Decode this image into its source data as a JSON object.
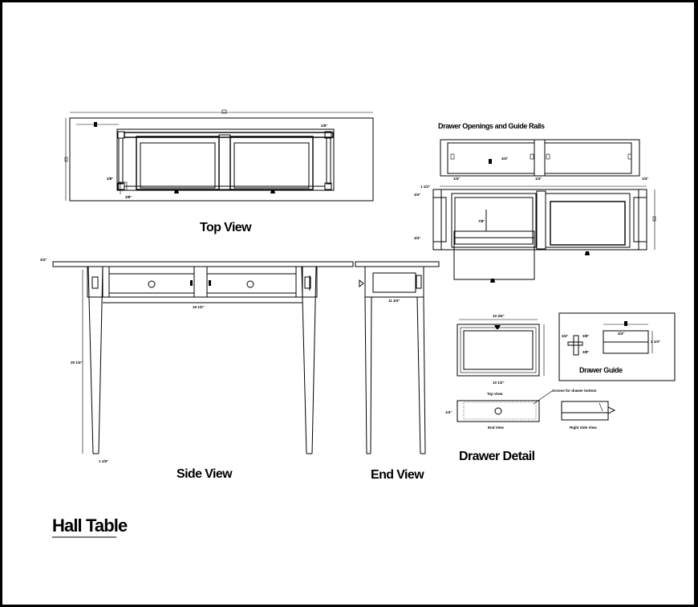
{
  "drawing": {
    "title": "Hall Table",
    "views": {
      "top": "Top View",
      "side": "Side View",
      "end": "End View",
      "drawer_openings": "Drawer Openings and Guide Rails",
      "drawer_detail": "Drawer Detail",
      "drawer_guide": "Drawer Guide"
    },
    "notes": {
      "groove": "Groove for drawer bottom"
    }
  }
}
